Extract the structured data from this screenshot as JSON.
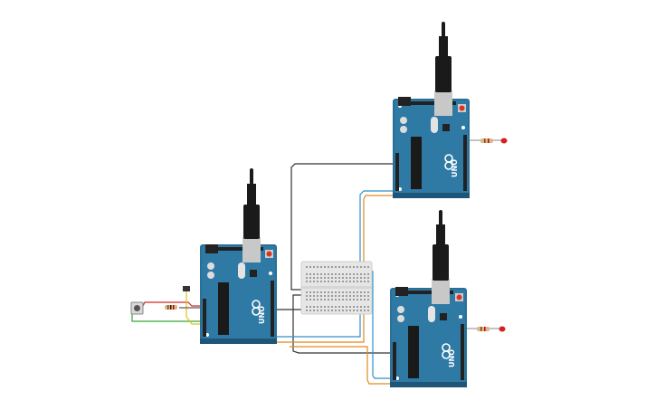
{
  "boards": [
    {
      "id": "uno-left",
      "label": "UNO",
      "logo": "arduino-infinity-logo"
    },
    {
      "id": "uno-top",
      "label": "UNO",
      "logo": "arduino-infinity-logo"
    },
    {
      "id": "uno-bottom",
      "label": "UNO",
      "logo": "arduino-infinity-logo"
    }
  ],
  "components": {
    "breadboard": "mini-breadboard",
    "pushbutton": "pushbutton",
    "resistors": [
      "resistor",
      "resistor",
      "resistor"
    ],
    "leds": [
      "red-led",
      "red-led"
    ],
    "cables": [
      "usb-cable",
      "usb-cable",
      "usb-cable"
    ]
  },
  "colors": {
    "board": "#2a6f97",
    "board_dark": "#1d5678",
    "header": "#222222",
    "wire_black": "#333333",
    "wire_blue": "#2f8fce",
    "wire_orange": "#e08a1e",
    "wire_yellow": "#e0c21e",
    "wire_green": "#36a836",
    "wire_red": "#d22b2b",
    "led_red": "#d61f1f",
    "usb_gray": "#c8c8c8",
    "breadboard": "#e6e6e6"
  }
}
